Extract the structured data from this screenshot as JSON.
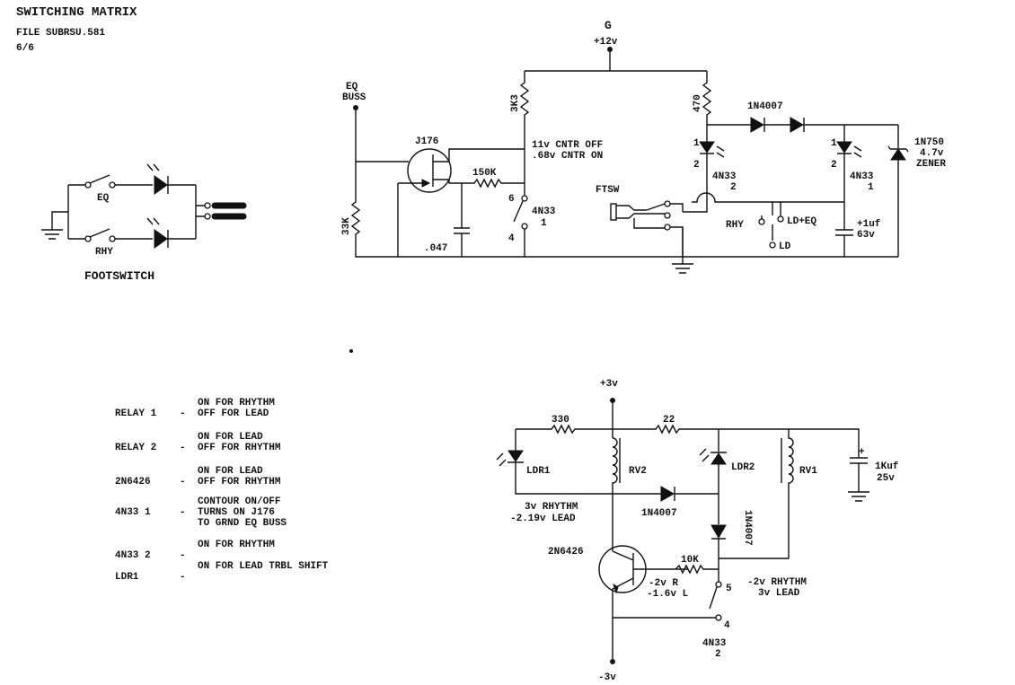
{
  "header": {
    "title": "SWITCHING MATRIX",
    "file": "FILE SUBRSU.581",
    "page": "6/6"
  },
  "footswitch": {
    "title": "FOOTSWITCH",
    "switch_top": "EQ",
    "switch_bottom": "RHY"
  },
  "top_circuit": {
    "supply_node": "G",
    "supply_voltage": "+12v",
    "eq_buss": [
      "EQ",
      "BUSS"
    ],
    "transistor": "J176",
    "r_33k": "33K",
    "r_150k": "150K",
    "cap_047": ".047",
    "r_3k3": "3K3",
    "r_470": "470",
    "note_line1": "11v CNTR OFF",
    "note_line2": ".68v CNTR ON",
    "opto1_name": "4N33",
    "opto1_num": "1",
    "pin6": "6",
    "pin4": "4",
    "ftsw": "FTSW",
    "diode_1n4007": "1N4007",
    "led_pin1": "1",
    "led_pin2": "2",
    "opto2_name": "4N33",
    "opto2_num": "2",
    "opto1b_name": "4N33",
    "opto1b_num": "1",
    "zener_name": "1N750",
    "zener_volt": "4.7v",
    "zener_label": "ZENER",
    "cap_1uf": "+1uf",
    "cap_63v": "63v",
    "term_rhy": "RHY",
    "term_ldeq": "LD+EQ",
    "term_ld": "LD"
  },
  "bottom_circuit": {
    "v_plus": "+3v",
    "v_minus": "-3v",
    "r_330": "330",
    "r_22": "22",
    "ldr1": "LDR1",
    "ldr2": "LDR2",
    "rv2": "RV2",
    "rv1": "RV1",
    "cap_1kuf": "1Kuf",
    "cap_25v": "25v",
    "cap_plus": "+",
    "d1": "1N4007",
    "d2": "1N4007",
    "rv2_note1": "3v RHYTHM",
    "rv2_note2": "-2.19v LEAD",
    "transistor": "2N6426",
    "r_10k": "10K",
    "base_note1": "-2v R",
    "base_note2": "-1.6v L",
    "rhythm_note1": "-2v RHYTHM",
    "rhythm_note2": "3v LEAD",
    "pin5": "5",
    "pin4": "4",
    "opto_name": "4N33",
    "opto_num": "2"
  },
  "notes": [
    {
      "key": "RELAY 1",
      "lines": [
        "ON FOR RHYTHM",
        "OFF FOR LEAD"
      ]
    },
    {
      "key": "RELAY 2",
      "lines": [
        "ON FOR LEAD",
        "OFF FOR RHYTHM"
      ]
    },
    {
      "key": "2N6426",
      "lines": [
        "ON FOR LEAD",
        "OFF FOR RHYTHM"
      ]
    },
    {
      "key": "4N33 1",
      "lines": [
        "CONTOUR ON/OFF",
        "TURNS ON J176",
        "TO GRND EQ BUSS"
      ]
    },
    {
      "key": "4N33 2",
      "lines": [
        "ON FOR RHYTHM"
      ]
    },
    {
      "key": "LDR1",
      "lines": [
        "ON FOR LEAD TRBL SHIFT"
      ]
    }
  ]
}
